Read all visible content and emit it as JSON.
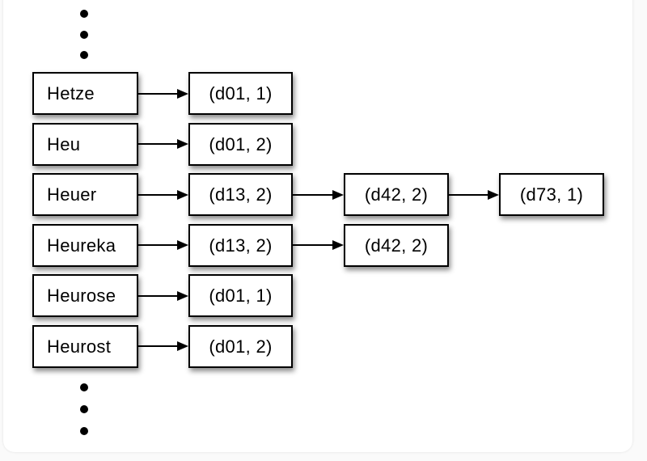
{
  "diagram": {
    "type": "inverted-index",
    "description": "Dictionary terms pointing to posting lists of (docId, frequency) pairs, with vertical ellipsis above and below",
    "rows": [
      {
        "term": "Hetze",
        "postings": [
          "(d01, 1)"
        ]
      },
      {
        "term": "Heu",
        "postings": [
          "(d01, 2)"
        ]
      },
      {
        "term": "Heuer",
        "postings": [
          "(d13, 2)",
          "(d42, 2)",
          "(d73, 1)"
        ]
      },
      {
        "term": "Heureka",
        "postings": [
          "(d13, 2)",
          "(d42, 2)"
        ]
      },
      {
        "term": "Heurose",
        "postings": [
          "(d01, 1)"
        ]
      },
      {
        "term": "Heurost",
        "postings": [
          "(d01, 2)"
        ]
      }
    ],
    "ellipsis": {
      "top_dot_count": 3,
      "bottom_dot_count": 3
    },
    "colors": {
      "page_background": "#fafafa",
      "canvas_background": "#ffffff",
      "box_fill": "#ffffff",
      "box_border": "#000000",
      "text": "#000000",
      "arrow": "#000000",
      "shadow": "rgba(0,0,0,0.45)"
    }
  }
}
